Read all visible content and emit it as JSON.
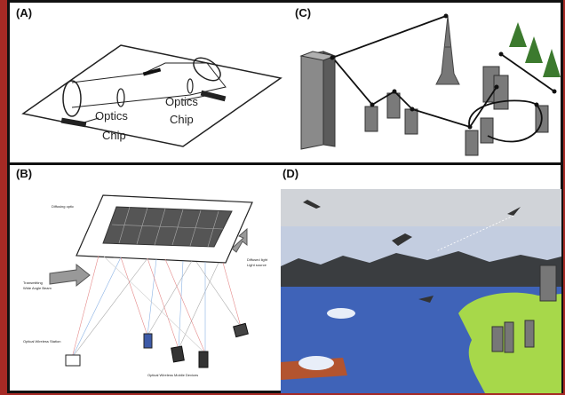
{
  "panels": {
    "a": {
      "label": "(A)",
      "optics_1": "Optics",
      "chip_1": "Chip",
      "optics_2": "Optics",
      "chip_2": "Chip"
    },
    "b": {
      "label": "(B)",
      "diffusing_optic": "Diffusing optic",
      "diffused_light": "Diffused light",
      "light_source": "Light source",
      "transmitting": "Transmitting",
      "wide_angle": "Wide Angle Beam",
      "station": "Optical Wireless Station",
      "devices_caption": "Optical Wireless Mobile Devices"
    },
    "c": {
      "label": "(C)"
    },
    "d": {
      "label": "(D)"
    }
  },
  "colors": {
    "border": "#a62a25",
    "sky": "#c9d3e0",
    "sea": "#3f63b8",
    "land": "#a7d84a",
    "hills": "#3a3d40"
  }
}
